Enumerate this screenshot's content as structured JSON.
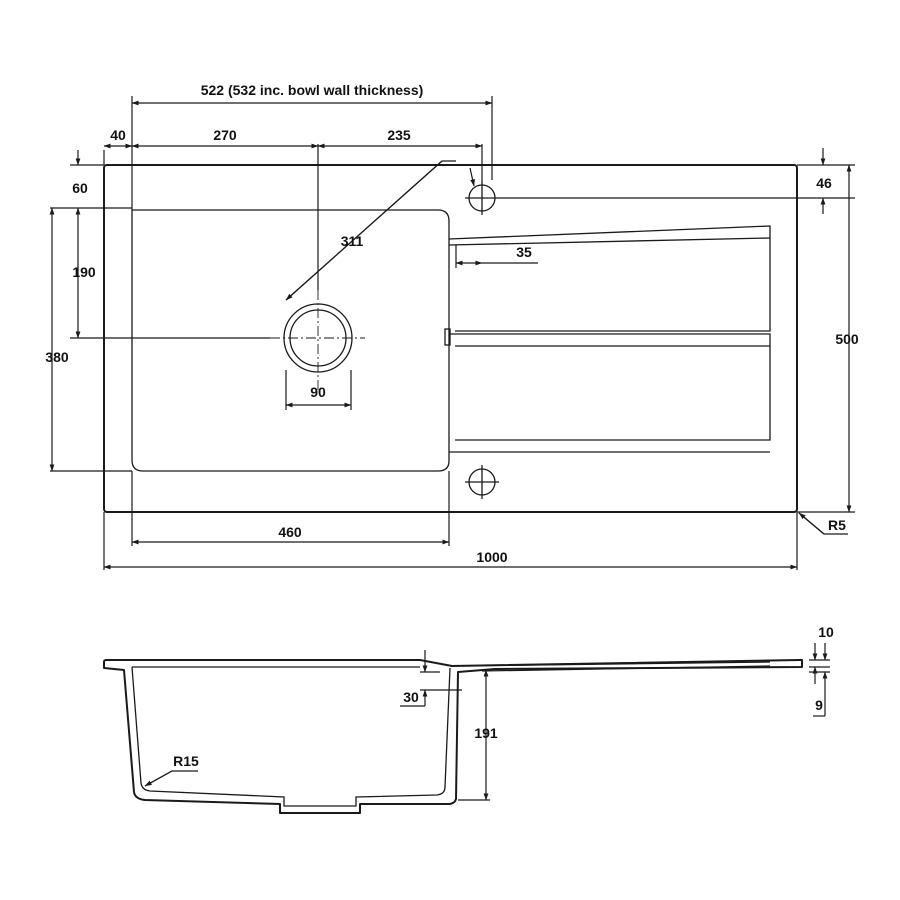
{
  "colors": {
    "line": "#1a1a1a",
    "background": "#ffffff"
  },
  "plan_view": {
    "overall_bowl_width_label": "522 (532 inc. bowl wall thickness)",
    "edge_to_bowl_label": "40",
    "bowl_to_waste_label": "270",
    "waste_to_tap_label": "235",
    "top_to_bowl_label": "60",
    "bowl_top_to_waste_label": "190",
    "bowl_depth_label": "380",
    "tap_hole_offset_label": "311",
    "drainer_gap_label": "35",
    "waste_diameter_label": "90",
    "tap_hole_top_label": "46",
    "overall_depth_label": "500",
    "corner_radius_label": "R5",
    "bowl_width_label": "460",
    "overall_width_label": "1000"
  },
  "section_view": {
    "deck_thickness_label": "10",
    "rim_offset_label": "9",
    "overflow_step_label": "30",
    "bowl_height_label": "191",
    "inner_radius_label": "R15"
  }
}
